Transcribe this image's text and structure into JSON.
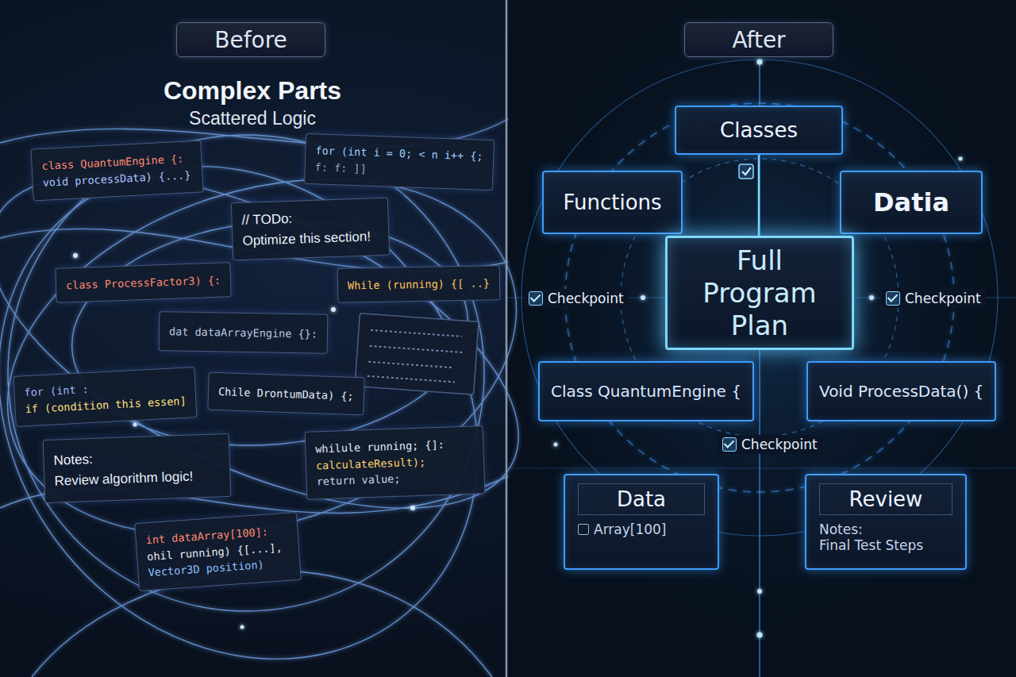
{
  "diagram": {
    "nodes": [
      {
        "text": [
          "Before"
        ]
      },
      {
        "text": [
          "class QuantumEngine {:",
          "void processData) {...}"
        ]
      },
      {
        "text": [
          "for (int i = 0; < n i++ {;",
          "f: f: ]]"
        ]
      },
      {
        "text": [
          "// TODo:",
          "Optimize this section!"
        ]
      },
      {
        "text": [
          "class ProcessFactor3) {:"
        ]
      },
      {
        "text": [
          "dat dataArrayEngine {}:"
        ]
      },
      {
        "text": [
          "While (running) {[ ..}"
        ]
      },
      {
        "text": [
          "for (int :",
          "if (condition this essen]"
        ]
      },
      {
        "text": [
          "Chile DrontumData) {;"
        ]
      },
      {
        "text": [
          "Notes:",
          "Review algorithm logic!"
        ]
      },
      {
        "text": [
          "whilule running; {]:",
          "calculateResult);",
          "return value;"
        ]
      },
      {
        "text": [
          "int dataArray[100]:",
          "ohil running) {[...],",
          "Vector3D position)"
        ]
      },
      {
        "text": [
          "After"
        ]
      },
      {
        "text": [
          "Classes"
        ]
      },
      {
        "text": [
          "Functions"
        ]
      },
      {
        "text": [
          "Datia"
        ]
      },
      {
        "text": [
          "Full Program Plan"
        ]
      },
      {
        "text": [
          "Class QuantumEngine {"
        ]
      },
      {
        "text": [
          "Void ProcessData() {"
        ]
      },
      {
        "text": [
          "Data",
          "Array[100]"
        ]
      },
      {
        "text": [
          "Review",
          "Notes:",
          "Final Test Steps"
        ]
      }
    ],
    "edges": [
      {
        "from": 13,
        "to": 16,
        "arrow": "none"
      }
    ],
    "labels": [
      "Complex Parts",
      "Scattered Logic",
      "Checkpoint",
      "Checkpoint",
      "Checkpoint"
    ]
  }
}
